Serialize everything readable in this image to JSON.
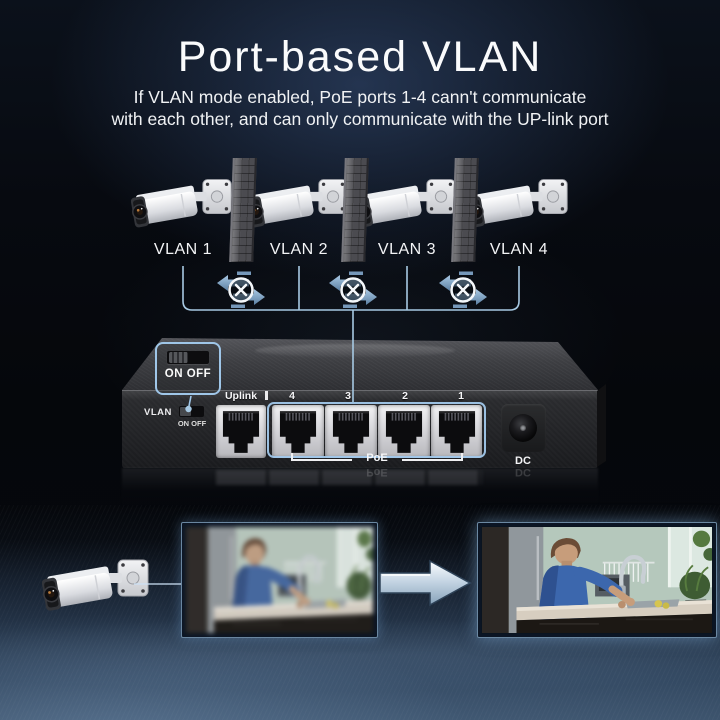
{
  "header": {
    "title": "Port-based VLAN",
    "subtitle1": "If VLAN mode enabled, PoE ports 1-4 cann't communicate",
    "subtitle2": "with each other, and can only communicate with the UP-link port"
  },
  "diagram": {
    "vlan_labels": [
      "VLAN 1",
      "VLAN 2",
      "VLAN 3",
      "VLAN 4"
    ],
    "icons": {
      "camera": "security-camera",
      "divider": "isolation-wall",
      "blocked": "circle-x-crossed-arrows"
    }
  },
  "switchpanel": {
    "callout_on_off": "ON OFF",
    "vlan": "VLAN",
    "on_off": "ON OFF",
    "ports": [
      "Uplink",
      "4",
      "3",
      "2",
      "1"
    ],
    "poe": "PoE",
    "dc": "DC"
  },
  "bottom": {
    "icons": {
      "camera": "security-camera",
      "arrow": "right-arrow-3d",
      "left_image": "blurry-camera-snapshot",
      "right_image": "clear-camera-snapshot"
    }
  },
  "colors": {
    "accent_line_blue": "#a7c9e3",
    "highlight_box_blue": "#a1c8eb",
    "background_navy": "#070a10",
    "fabric_blue": "#3a5068",
    "switch_body": "#232427",
    "port_bezel": "#d2d2d6"
  }
}
